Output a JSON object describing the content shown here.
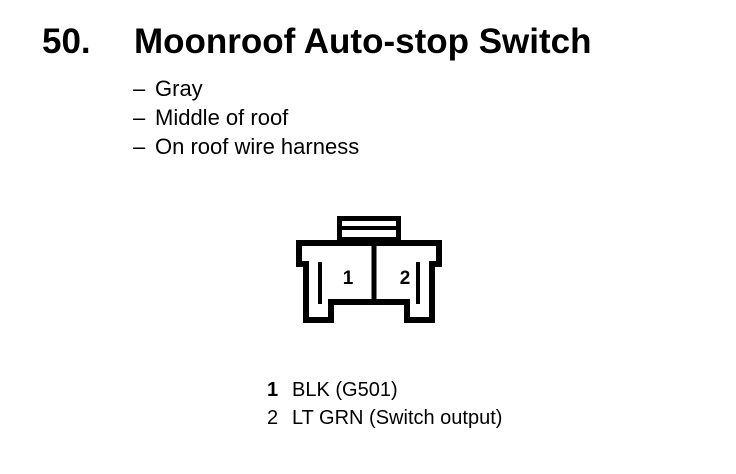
{
  "heading": {
    "number": "50.",
    "title": "Moonroof Auto-stop Switch"
  },
  "details": [
    {
      "dash": "–",
      "text": "Gray"
    },
    {
      "dash": "–",
      "text": "Middle of roof"
    },
    {
      "dash": "–",
      "text": "On roof wire harness"
    }
  ],
  "connector": {
    "pin_labels": [
      "1",
      "2"
    ]
  },
  "pinout": [
    {
      "pin": "1",
      "desc": "BLK (G501)"
    },
    {
      "pin": "2",
      "desc": "LT GRN (Switch output)"
    }
  ]
}
